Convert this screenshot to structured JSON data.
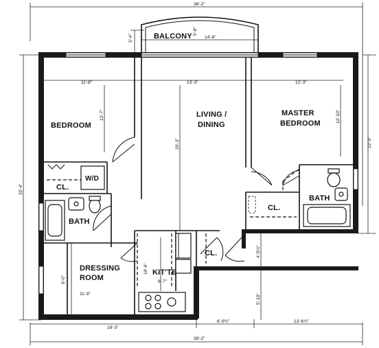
{
  "rooms": {
    "balcony": "BALCONY",
    "living_dining": [
      "LIVING /",
      "DINING"
    ],
    "bedroom": "BEDROOM",
    "master_bedroom": [
      "MASTER",
      "BEDROOM"
    ],
    "bath_left": "BATH",
    "bath_right": "BATH",
    "closet_left": "CL.",
    "closet_center": "CL.",
    "closet_right": "CL.",
    "washer_dryer": "W/D",
    "dressing_room": [
      "DRESSING",
      "ROOM"
    ],
    "kitchen": "KIT'TE"
  },
  "dimensions": {
    "overall_top": "38'-2\"",
    "overall_bottom": "38'-2\"",
    "balcony_width": "14'-8\"",
    "balcony_depth_left": "5'-4\"",
    "balcony_depth_inner": "5'-8\"",
    "bedroom_width": "11'-8\"",
    "living_width": "13'-3\"",
    "master_width": "12'-3\"",
    "bedroom_depth": "12'-7\"",
    "living_depth": "20'-3\"",
    "master_depth": "12'-10\"",
    "overall_left": "32'-4\"",
    "right_upper": "22'-0\"",
    "dressing_width": "11'-8\"",
    "dressing_depth": "9'-0\"",
    "kitchen_width": "6'-7\"",
    "kitchen_depth": "10'-6\"",
    "bottom_left": "18'-3\"",
    "bottom_middle": "6'-9½\"",
    "bottom_right": "13'-6½\"",
    "right_lower_a": "5'-10\"",
    "right_lower_b": "4'-5½\""
  }
}
